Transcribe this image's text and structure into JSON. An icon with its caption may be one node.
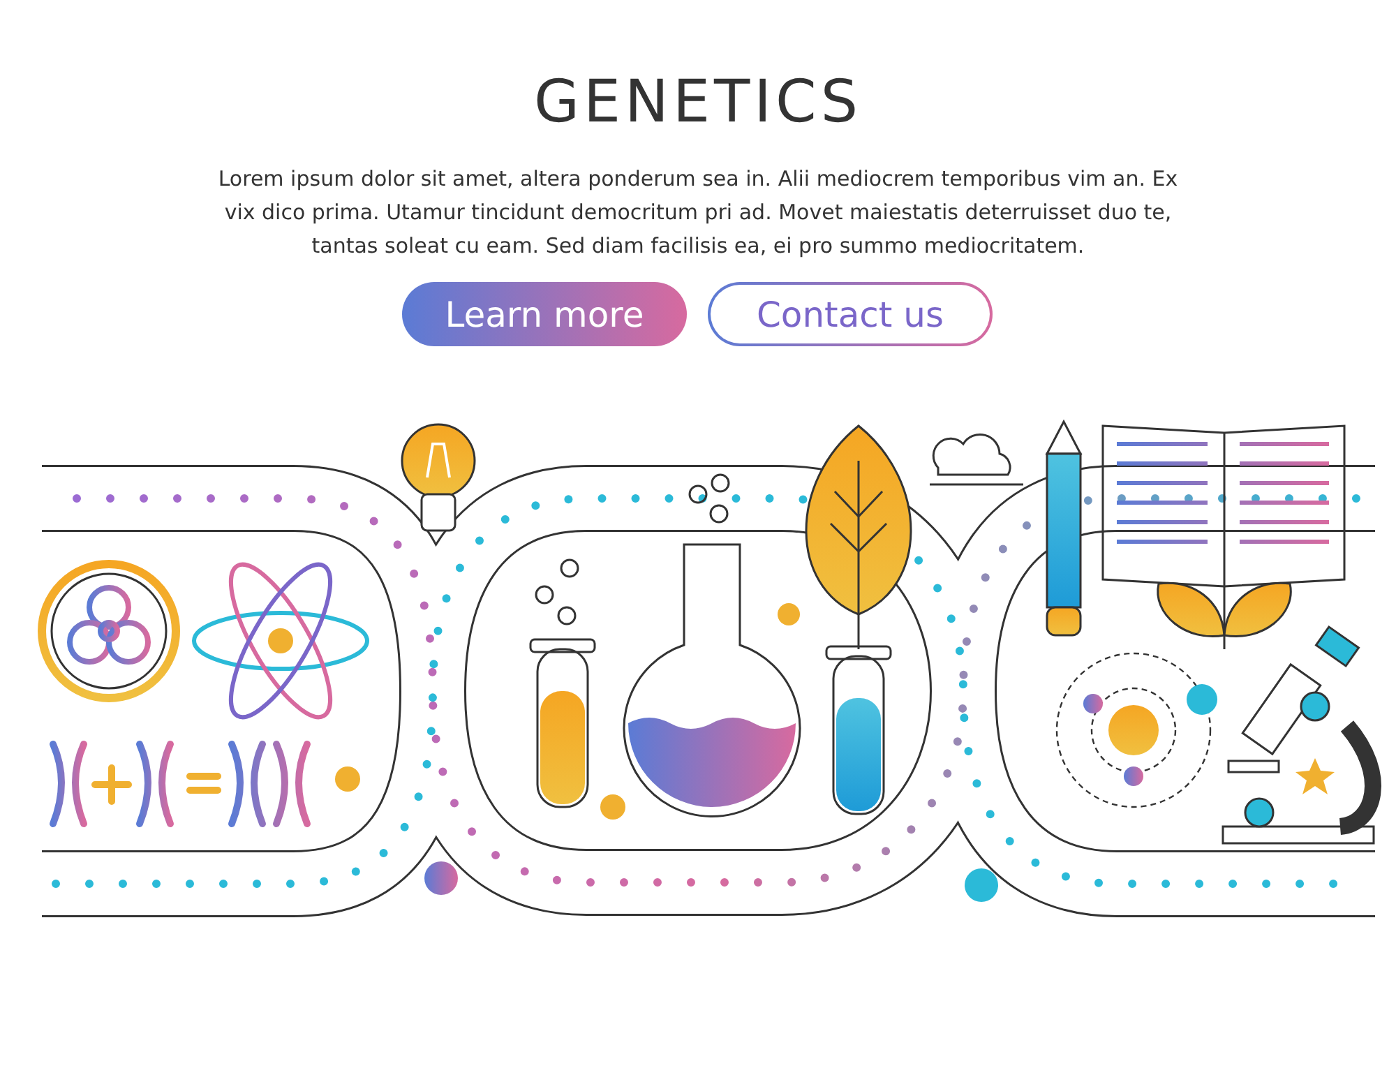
{
  "diagram": {
    "title": "GENETICS",
    "labels": [
      "Lorem ipsum dolor sit amet, altera ponderum sea in. Alii mediocrem temporibus vim an. Ex vix dico prima. Utamur tincidunt democritum pri ad. Movet maiestatis deterruisset duo te, tantas soleat cu eam. Sed diam facilisis ea, ei pro summo mediocritatem.",
      "Learn more",
      "Contact us"
    ]
  }
}
